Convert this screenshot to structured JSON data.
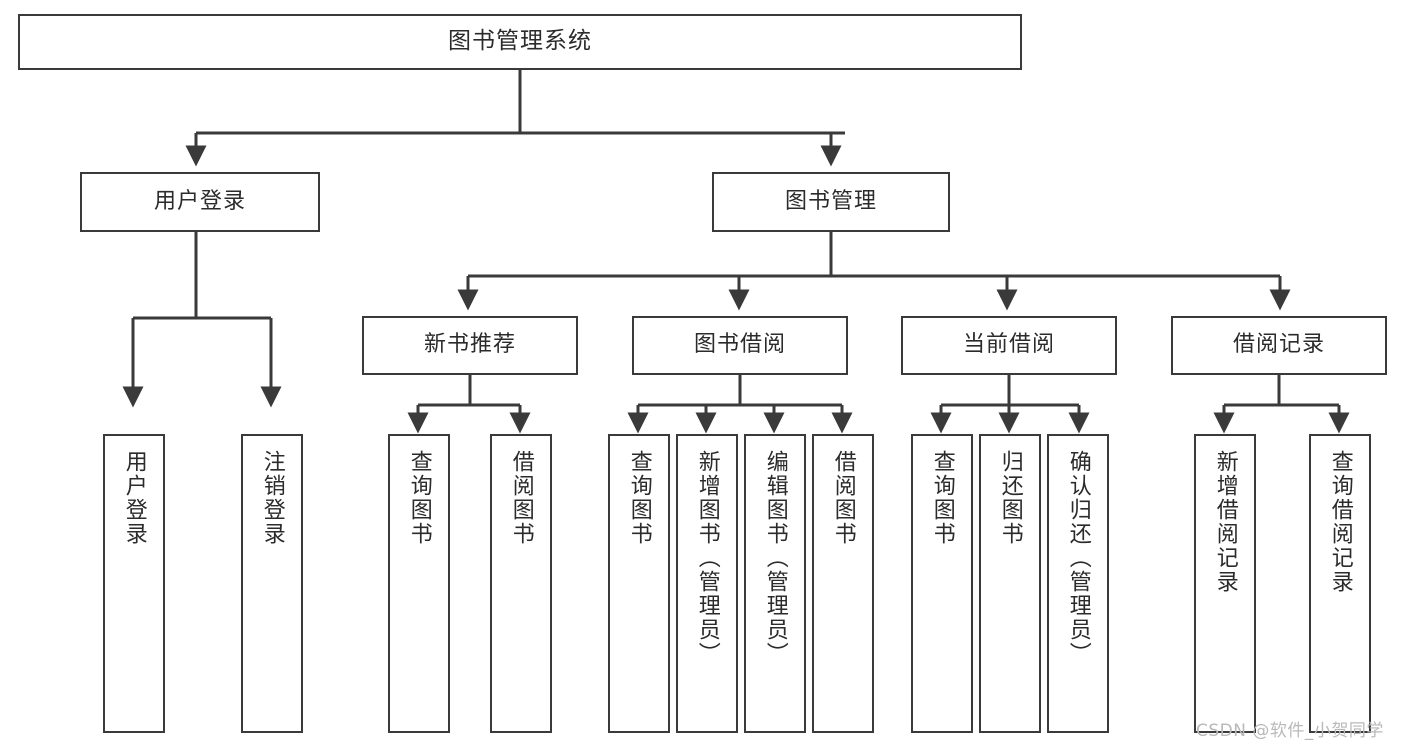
{
  "diagram": {
    "title": "图书管理系统",
    "type": "tree-hierarchy",
    "nodes": {
      "root": {
        "label": "图书管理系统"
      },
      "level2": [
        {
          "id": "user-login",
          "label": "用户登录"
        },
        {
          "id": "book-manage",
          "label": "图书管理"
        }
      ],
      "level3": [
        {
          "id": "new-book-rec",
          "label": "新书推荐"
        },
        {
          "id": "book-borrow",
          "label": "图书借阅"
        },
        {
          "id": "current-borrow",
          "label": "当前借阅"
        },
        {
          "id": "borrow-record",
          "label": "借阅记录"
        }
      ],
      "leaves": {
        "user_login": [
          {
            "id": "leaf-user-login",
            "label": "用户登录"
          },
          {
            "id": "leaf-logout",
            "label": "注销登录"
          }
        ],
        "new_book_rec": [
          {
            "id": "leaf-query-book-1",
            "label": "查询图书"
          },
          {
            "id": "leaf-borrow-book-1",
            "label": "借阅图书"
          }
        ],
        "book_borrow": [
          {
            "id": "leaf-query-book-2",
            "label": "查询图书"
          },
          {
            "id": "leaf-add-book",
            "label": "新增图书（管理员）"
          },
          {
            "id": "leaf-edit-book",
            "label": "编辑图书（管理员）"
          },
          {
            "id": "leaf-borrow-book-2",
            "label": "借阅图书"
          }
        ],
        "current_borrow": [
          {
            "id": "leaf-query-book-3",
            "label": "查询图书"
          },
          {
            "id": "leaf-return-book",
            "label": "归还图书"
          },
          {
            "id": "leaf-confirm-return",
            "label": "确认归还（管理员）"
          }
        ],
        "borrow_record": [
          {
            "id": "leaf-add-record",
            "label": "新增借阅记录"
          },
          {
            "id": "leaf-query-record",
            "label": "查询借阅记录"
          }
        ]
      }
    },
    "colors": {
      "stroke": "#3a3a3a",
      "text": "#2b2b2b",
      "background": "#ffffff",
      "watermark": "#b9b9b9"
    }
  },
  "watermark": {
    "text": "CSDN @软件_小贺同学"
  }
}
